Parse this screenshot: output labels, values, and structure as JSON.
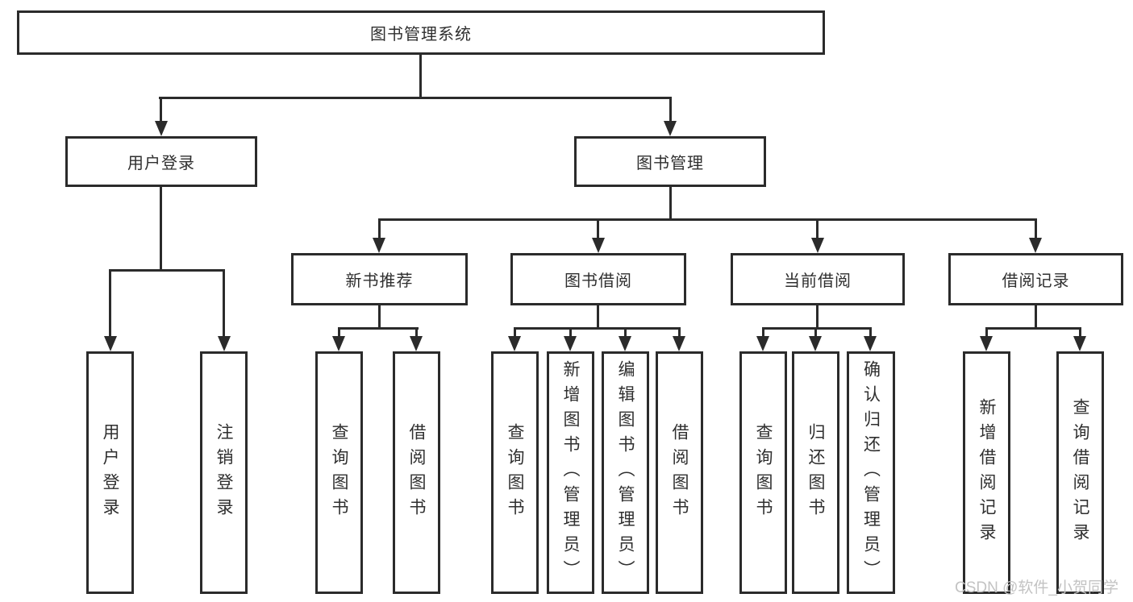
{
  "diagram": {
    "root_label": "图书管理系统",
    "branches": [
      {
        "label": "用户登录",
        "leaves": [
          "用户登录",
          "注销登录"
        ]
      },
      {
        "label": "图书管理",
        "groups": [
          {
            "label": "新书推荐",
            "leaves": [
              "查询图书",
              "借阅图书"
            ]
          },
          {
            "label": "图书借阅",
            "leaves": [
              "查询图书",
              "新增图书（管理员）",
              "编辑图书（管理员）",
              "借阅图书"
            ]
          },
          {
            "label": "当前借阅",
            "leaves": [
              "查询图书",
              "归还图书",
              "确认归还（管理员）"
            ]
          },
          {
            "label": "借阅记录",
            "leaves": [
              "新增借阅记录",
              "查询借阅记录"
            ]
          }
        ]
      }
    ]
  },
  "watermark": "CSDN @软件_小贺同学",
  "colors": {
    "line": "#2b2b2b",
    "text": "#2f2f2f",
    "background": "#ffffff",
    "watermark": "#c3c3c3"
  }
}
